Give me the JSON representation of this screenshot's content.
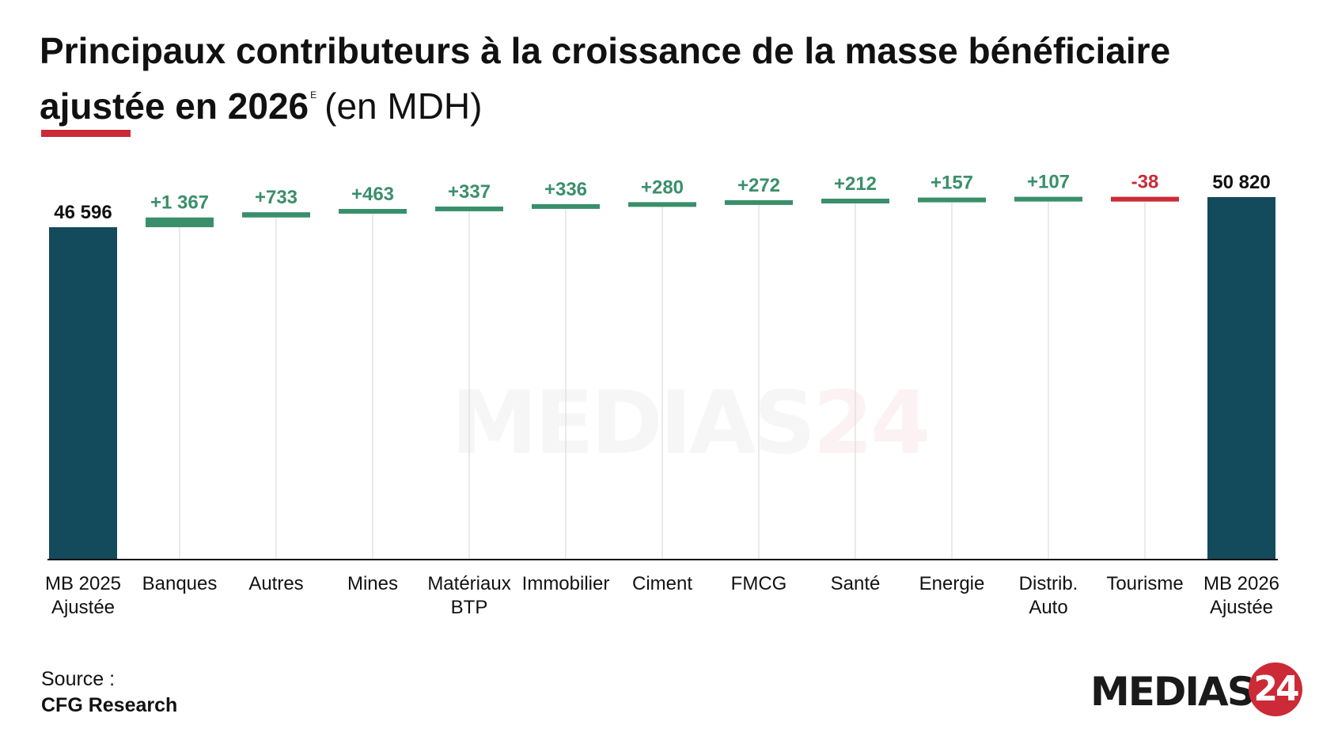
{
  "header": {
    "title_main": "Principaux contributeurs à la croissance de la masse bénéficiaire ajustée en 2026",
    "title_sup": "E",
    "title_unit": "(en MDH)"
  },
  "colors": {
    "total": "#134a5c",
    "increase": "#3a8f6b",
    "decrease": "#cc2a36",
    "accent": "#cc2a36",
    "baseline": "#111111",
    "connector": "#dddddd"
  },
  "chart_data": {
    "type": "waterfall",
    "categories": [
      "MB 2025\nAjustée",
      "Banques",
      "Autres",
      "Mines",
      "Matériaux\nBTP",
      "Immobilier",
      "Ciment",
      "FMCG",
      "Santé",
      "Energie",
      "Distrib.\nAuto",
      "Tourisme",
      "MB 2026\nAjustée"
    ],
    "values": [
      46596,
      1367,
      733,
      463,
      337,
      336,
      280,
      272,
      212,
      157,
      107,
      -38,
      50820
    ],
    "kinds": [
      "total",
      "delta",
      "delta",
      "delta",
      "delta",
      "delta",
      "delta",
      "delta",
      "delta",
      "delta",
      "delta",
      "delta",
      "total"
    ],
    "data_labels": [
      "46 596",
      "+1 367",
      "+733",
      "+463",
      "+337",
      "+336",
      "+280",
      "+272",
      "+212",
      "+157",
      "+107",
      "-38",
      "50 820"
    ],
    "title": "Principaux contributeurs à la croissance de la masse bénéficiaire ajustée en 2026",
    "xlabel": "",
    "ylabel": "",
    "grid": false
  },
  "footer": {
    "source_label": "Source :",
    "source_name": "CFG Research",
    "logo_text": "MEDIAS",
    "logo_number": "24"
  }
}
